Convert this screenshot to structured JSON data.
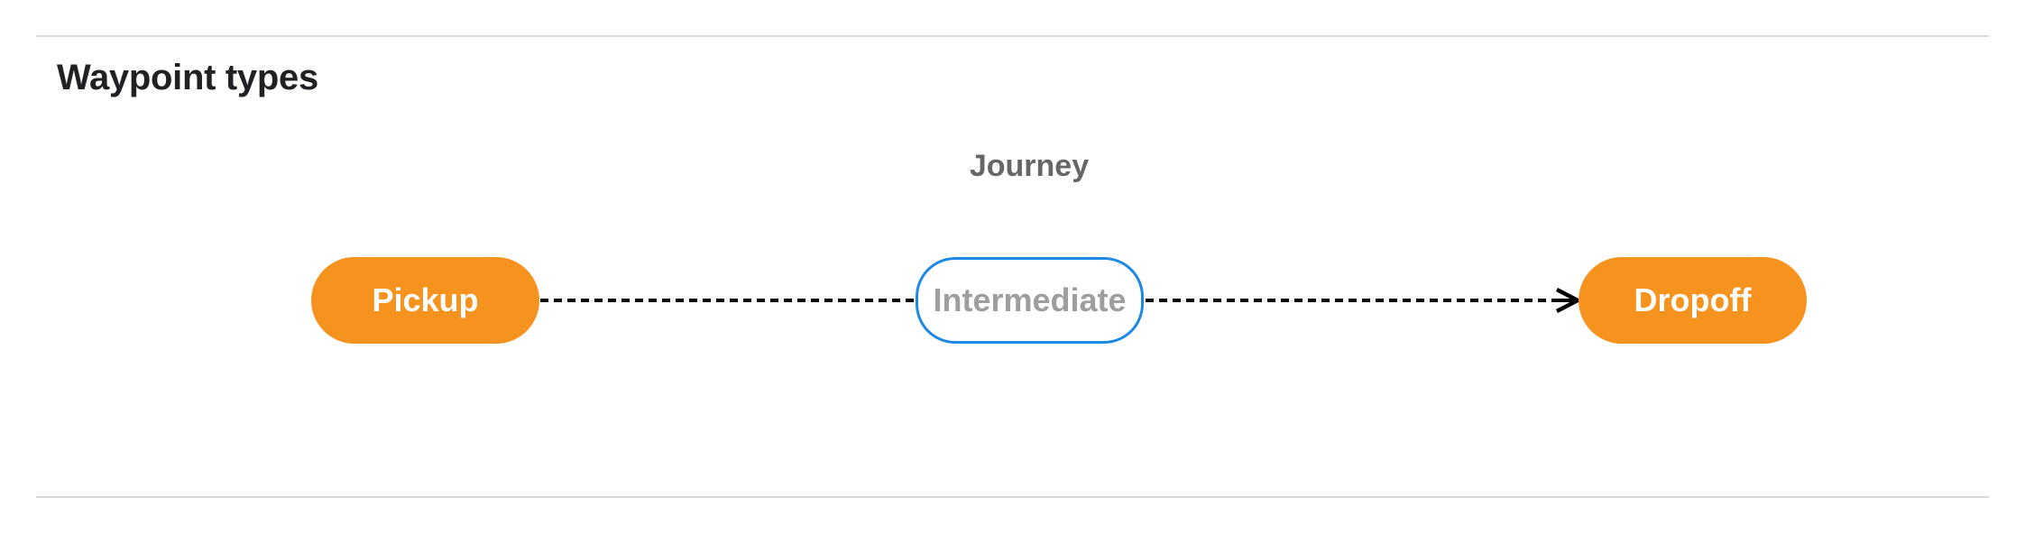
{
  "header": {
    "title": "Waypoint types"
  },
  "diagram": {
    "cluster_label": "Journey",
    "nodes": [
      {
        "id": "pickup",
        "label": "Pickup",
        "kind": "terminal"
      },
      {
        "id": "intermediate",
        "label": "Intermediate",
        "kind": "intermediate"
      },
      {
        "id": "dropoff",
        "label": "Dropoff",
        "kind": "terminal"
      }
    ],
    "edges": [
      {
        "from": "pickup",
        "to": "intermediate",
        "style": "dashed",
        "arrowhead": "none"
      },
      {
        "from": "intermediate",
        "to": "dropoff",
        "style": "dashed",
        "arrowhead": "open"
      }
    ]
  },
  "colors": {
    "background": "#ffffff",
    "divider": "#d9d9d9",
    "heading_text": "#202124",
    "cluster_label_text": "#666666",
    "terminal_node_fill": "#f6921e",
    "terminal_node_text": "#ffffff",
    "intermediate_node_fill": "#ffffff",
    "intermediate_node_border": "#1e88e5",
    "intermediate_node_text": "#9e9e9e",
    "edge_stroke": "#000000"
  }
}
